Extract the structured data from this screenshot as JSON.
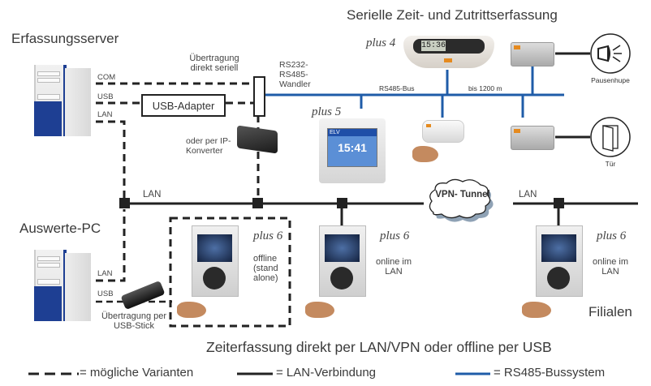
{
  "titles": {
    "server": "Erfassungsserver",
    "serial": "Serielle Zeit- und Zutrittserfassung",
    "auswerte": "Auswerte-PC",
    "bottom": "Zeiterfassung direkt per LAN/VPN oder offline per USB",
    "filialen": "Filialen"
  },
  "server_ports": {
    "com": "COM",
    "usb": "USB",
    "lan": "LAN"
  },
  "pc_ports": {
    "lan": "LAN",
    "usb": "USB"
  },
  "labels": {
    "uebertragung_seriell": "Übertragung direkt seriell",
    "wandler": "RS232- RS485- Wandler",
    "usb_adapter": "USB-Adapter",
    "ip_konverter": "oder per IP-Konverter",
    "lan_left": "LAN",
    "lan_right": "LAN",
    "vpn": "VPN- Tunnel",
    "rs485_bus": "RS485-Bus",
    "bus_length": "bis 1200 m",
    "pausenhupe": "Pausenhupe",
    "tuer": "Tür",
    "usb_stick": "Übertragung per USB-Stick"
  },
  "devices": {
    "plus4": {
      "name": "plus 4",
      "time": "15:36"
    },
    "plus5": {
      "name": "plus 5",
      "time": "15:41",
      "brand": "ELV"
    },
    "plus6_offline": {
      "name": "plus 6",
      "status": "offline (stand alone)"
    },
    "plus6_online1": {
      "name": "plus 6",
      "status": "online im LAN"
    },
    "plus6_online2": {
      "name": "plus 6",
      "status": "online im LAN"
    }
  },
  "legend": [
    {
      "type": "dashed",
      "label": "= mögliche Varianten",
      "color": "#222222"
    },
    {
      "type": "solid",
      "label": "= LAN-Verbindung",
      "color": "#222222"
    },
    {
      "type": "solid",
      "label": "= RS485-Bussystem",
      "color": "#1f5ca8"
    }
  ],
  "colors": {
    "lan": "#222222",
    "rs485": "#1f5ca8",
    "pc_blue": "#1e3f93"
  }
}
